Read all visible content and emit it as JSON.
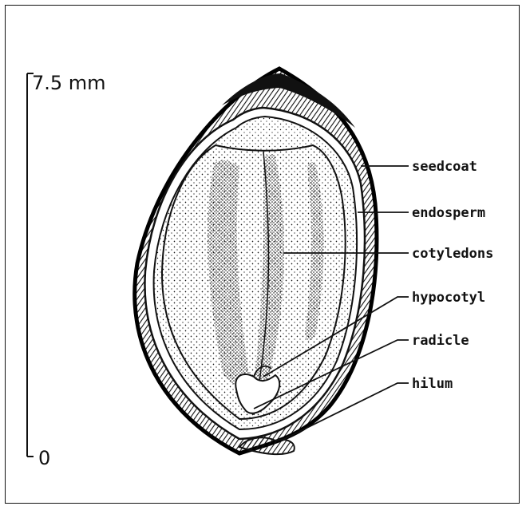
{
  "scale": {
    "top_label": "7.5 mm",
    "bottom_label": "0"
  },
  "labels": {
    "seedcoat": "seedcoat",
    "endosperm": "endosperm",
    "cotyledons": "cotyledons",
    "hypocotyl": "hypocotyl",
    "radicle": "radicle",
    "hilum": "hilum"
  },
  "colors": {
    "ink": "#111111",
    "background": "#ffffff"
  }
}
